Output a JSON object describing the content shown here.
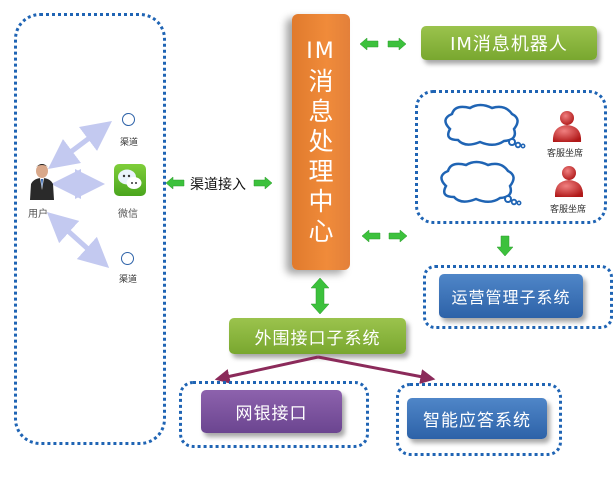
{
  "user_panel": {
    "user_label": "用户",
    "wechat_label": "微信",
    "channel_top_label": "渠道",
    "channel_bottom_label": "渠道",
    "icons": [
      "user-icon",
      "wechat-icon",
      "channel-circle-icon"
    ]
  },
  "channel_access": {
    "label": "渠道接入"
  },
  "im_center": {
    "line1": "IM",
    "chars": [
      "消",
      "息",
      "处",
      "理",
      "中",
      "心"
    ]
  },
  "im_robot": {
    "label": "IM消息机器人"
  },
  "service_panel": {
    "agents": [
      {
        "label": "客服坐席"
      },
      {
        "label": "客服坐席"
      }
    ]
  },
  "ops_system": {
    "label": "运营管理子系统"
  },
  "peripheral": {
    "label": "外围接口子系统"
  },
  "netbank": {
    "label": "网银接口"
  },
  "smart_answer": {
    "label": "智能应答系统"
  },
  "colors": {
    "dotted_border": "#1f64b4",
    "orange": "#ef8a38",
    "green": "#8ab83e",
    "blue": "#3a6fb5",
    "purple": "#7a539e",
    "arrow_green": "#3cc13c",
    "arrow_purple": "#8b2a5a"
  }
}
